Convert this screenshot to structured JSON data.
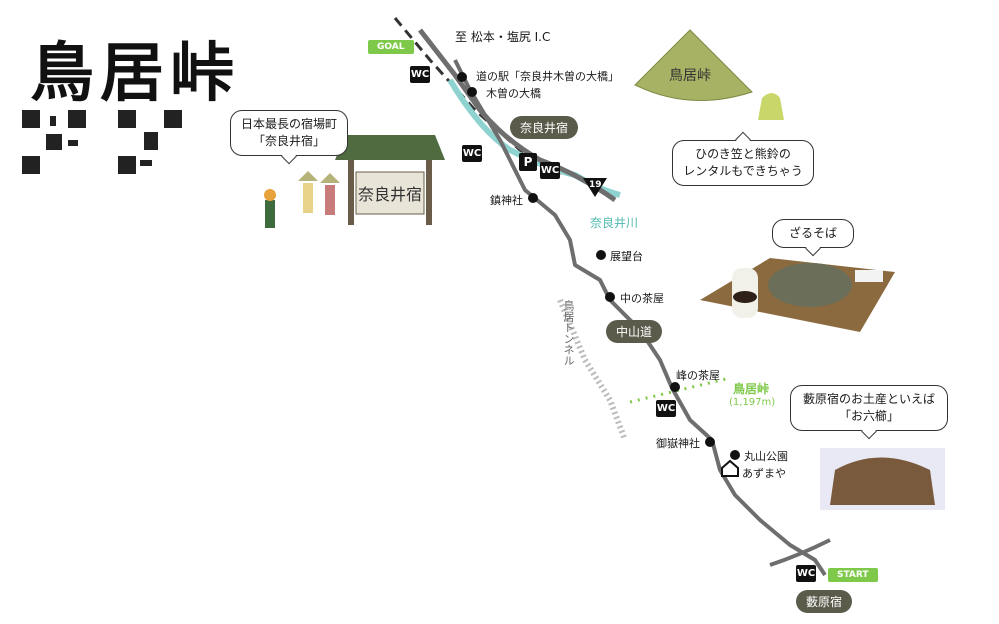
{
  "title": "鳥居峠",
  "direction_top": "至 松本・塩尻 I.C",
  "goal_tag": "GOAL",
  "start_tag": "START",
  "route_no": "19",
  "wc_label": "WC",
  "parking_label": "P",
  "bubbles": {
    "narai": [
      "日本最長の宿場町",
      "「奈良井宿」"
    ],
    "rental": [
      "ひのき笠と熊鈴の",
      "レンタルもできちゃう"
    ],
    "soba": [
      "ざるそば"
    ],
    "souvenir": [
      "藪原宿のお土産といえば",
      "「お六櫛」"
    ]
  },
  "places": {
    "michinoeki": "道の駅「奈良井木曽の大橋」",
    "kisonoohashi": "木曽の大橋",
    "chinjinja": "鎮神社",
    "tenboudai": "展望台",
    "nakanochaya": "中の茶屋",
    "minenochaya": "峰の茶屋",
    "ontakejinja": "御嶽神社",
    "maruyama": "丸山公園",
    "azumaya": "あずまや"
  },
  "areas": {
    "naraijuku": "奈良井宿",
    "nakasendo": "中山道",
    "yabuharajuku": "藪原宿"
  },
  "river": "奈良井川",
  "tunnel": "鳥居トンネル",
  "pass_name": "鳥居峠",
  "pass_elevation": "(1,197m)",
  "colors": {
    "green": "#7fc94a",
    "river": "#8fd3d0",
    "road": "#6e6e6e",
    "pill": "#5b5b4c"
  }
}
